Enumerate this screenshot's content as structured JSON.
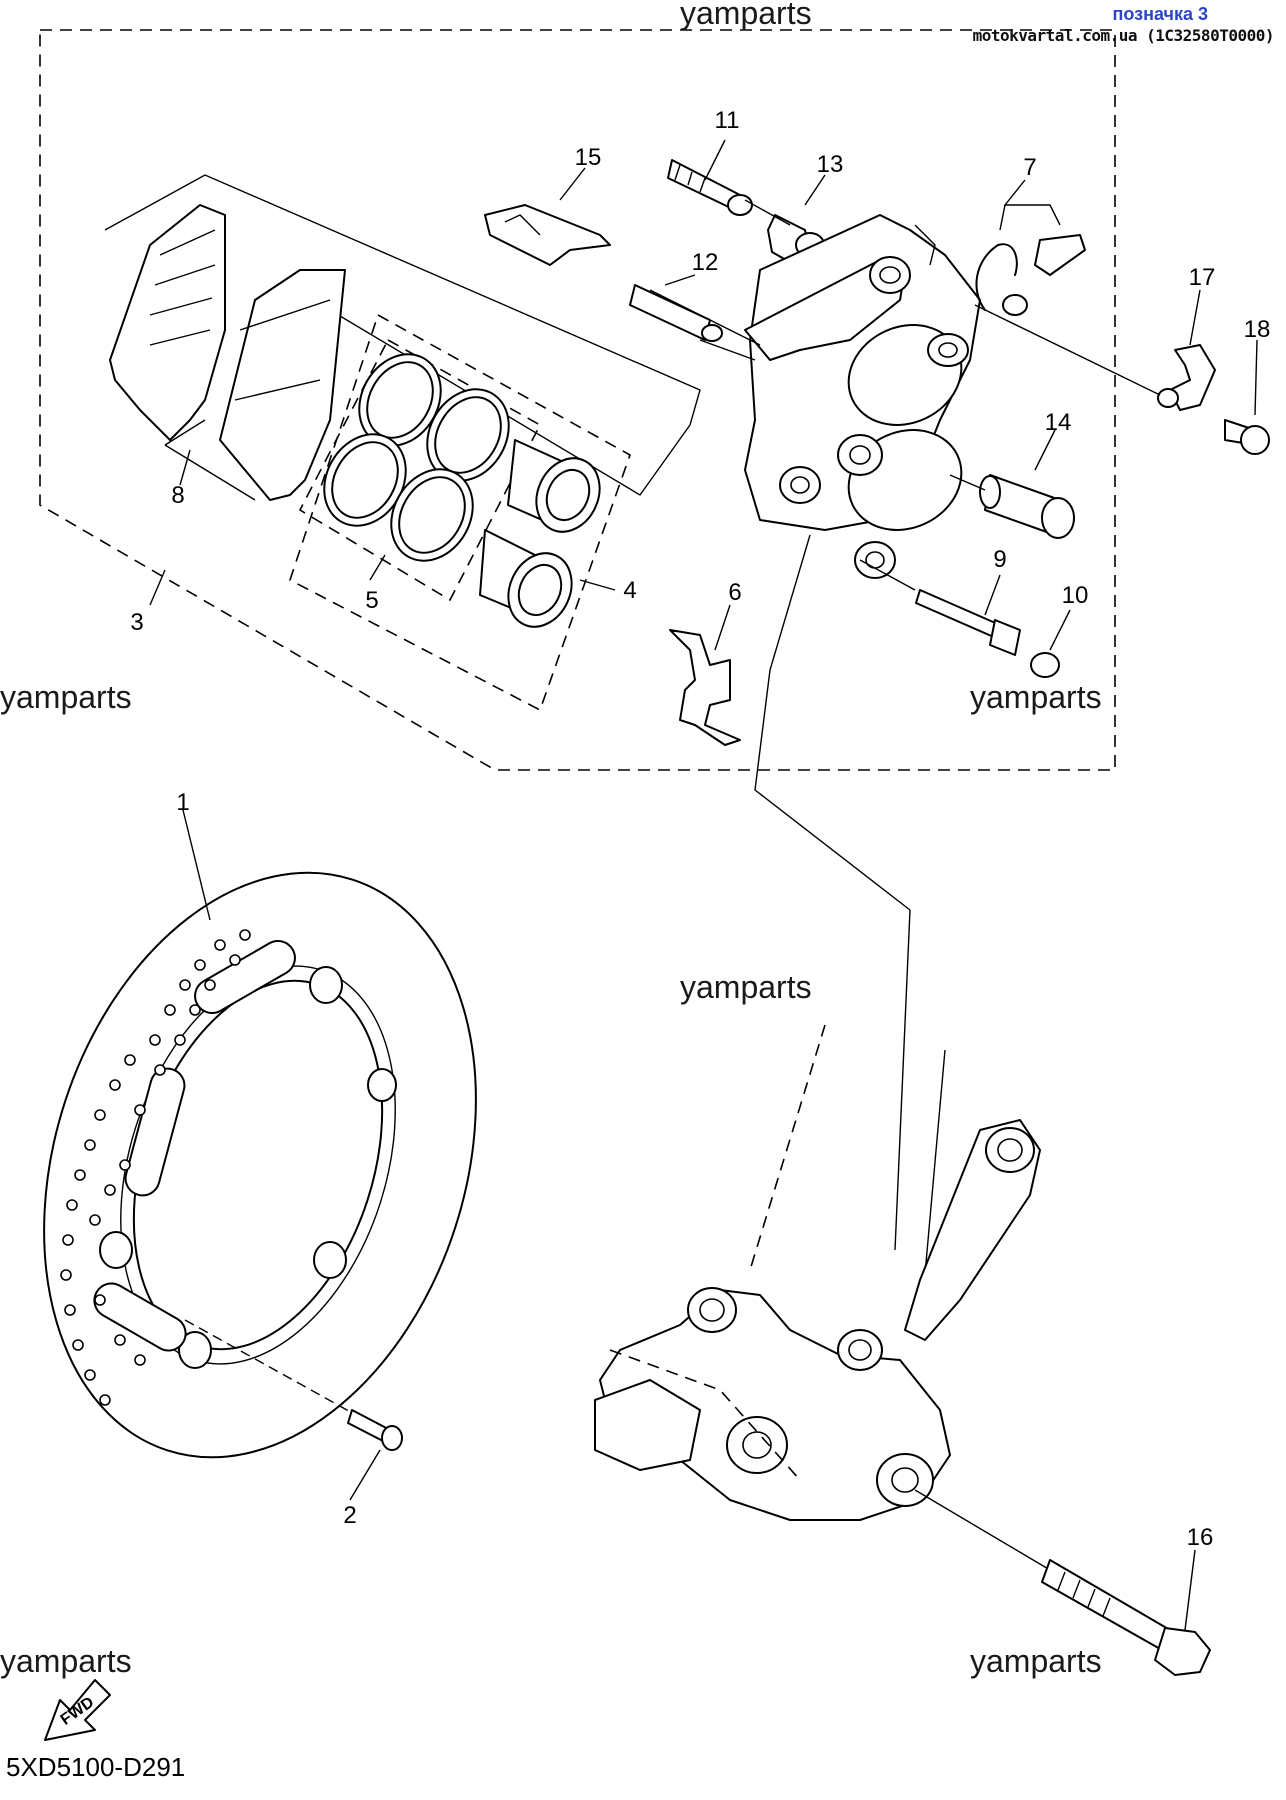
{
  "header": {
    "label": "позначка 3",
    "source": "motokvartal.com.ua (1C32580T0000)"
  },
  "watermarks": [
    "yamparts",
    "yamparts",
    "yamparts",
    "yamparts",
    "yamparts",
    "yamparts"
  ],
  "callouts": [
    "1",
    "2",
    "3",
    "4",
    "5",
    "6",
    "7",
    "8",
    "9",
    "10",
    "11",
    "12",
    "13",
    "14",
    "15",
    "16",
    "17",
    "18"
  ],
  "fwd_label": "FWD",
  "diagram_code": "5XD5100-D291"
}
